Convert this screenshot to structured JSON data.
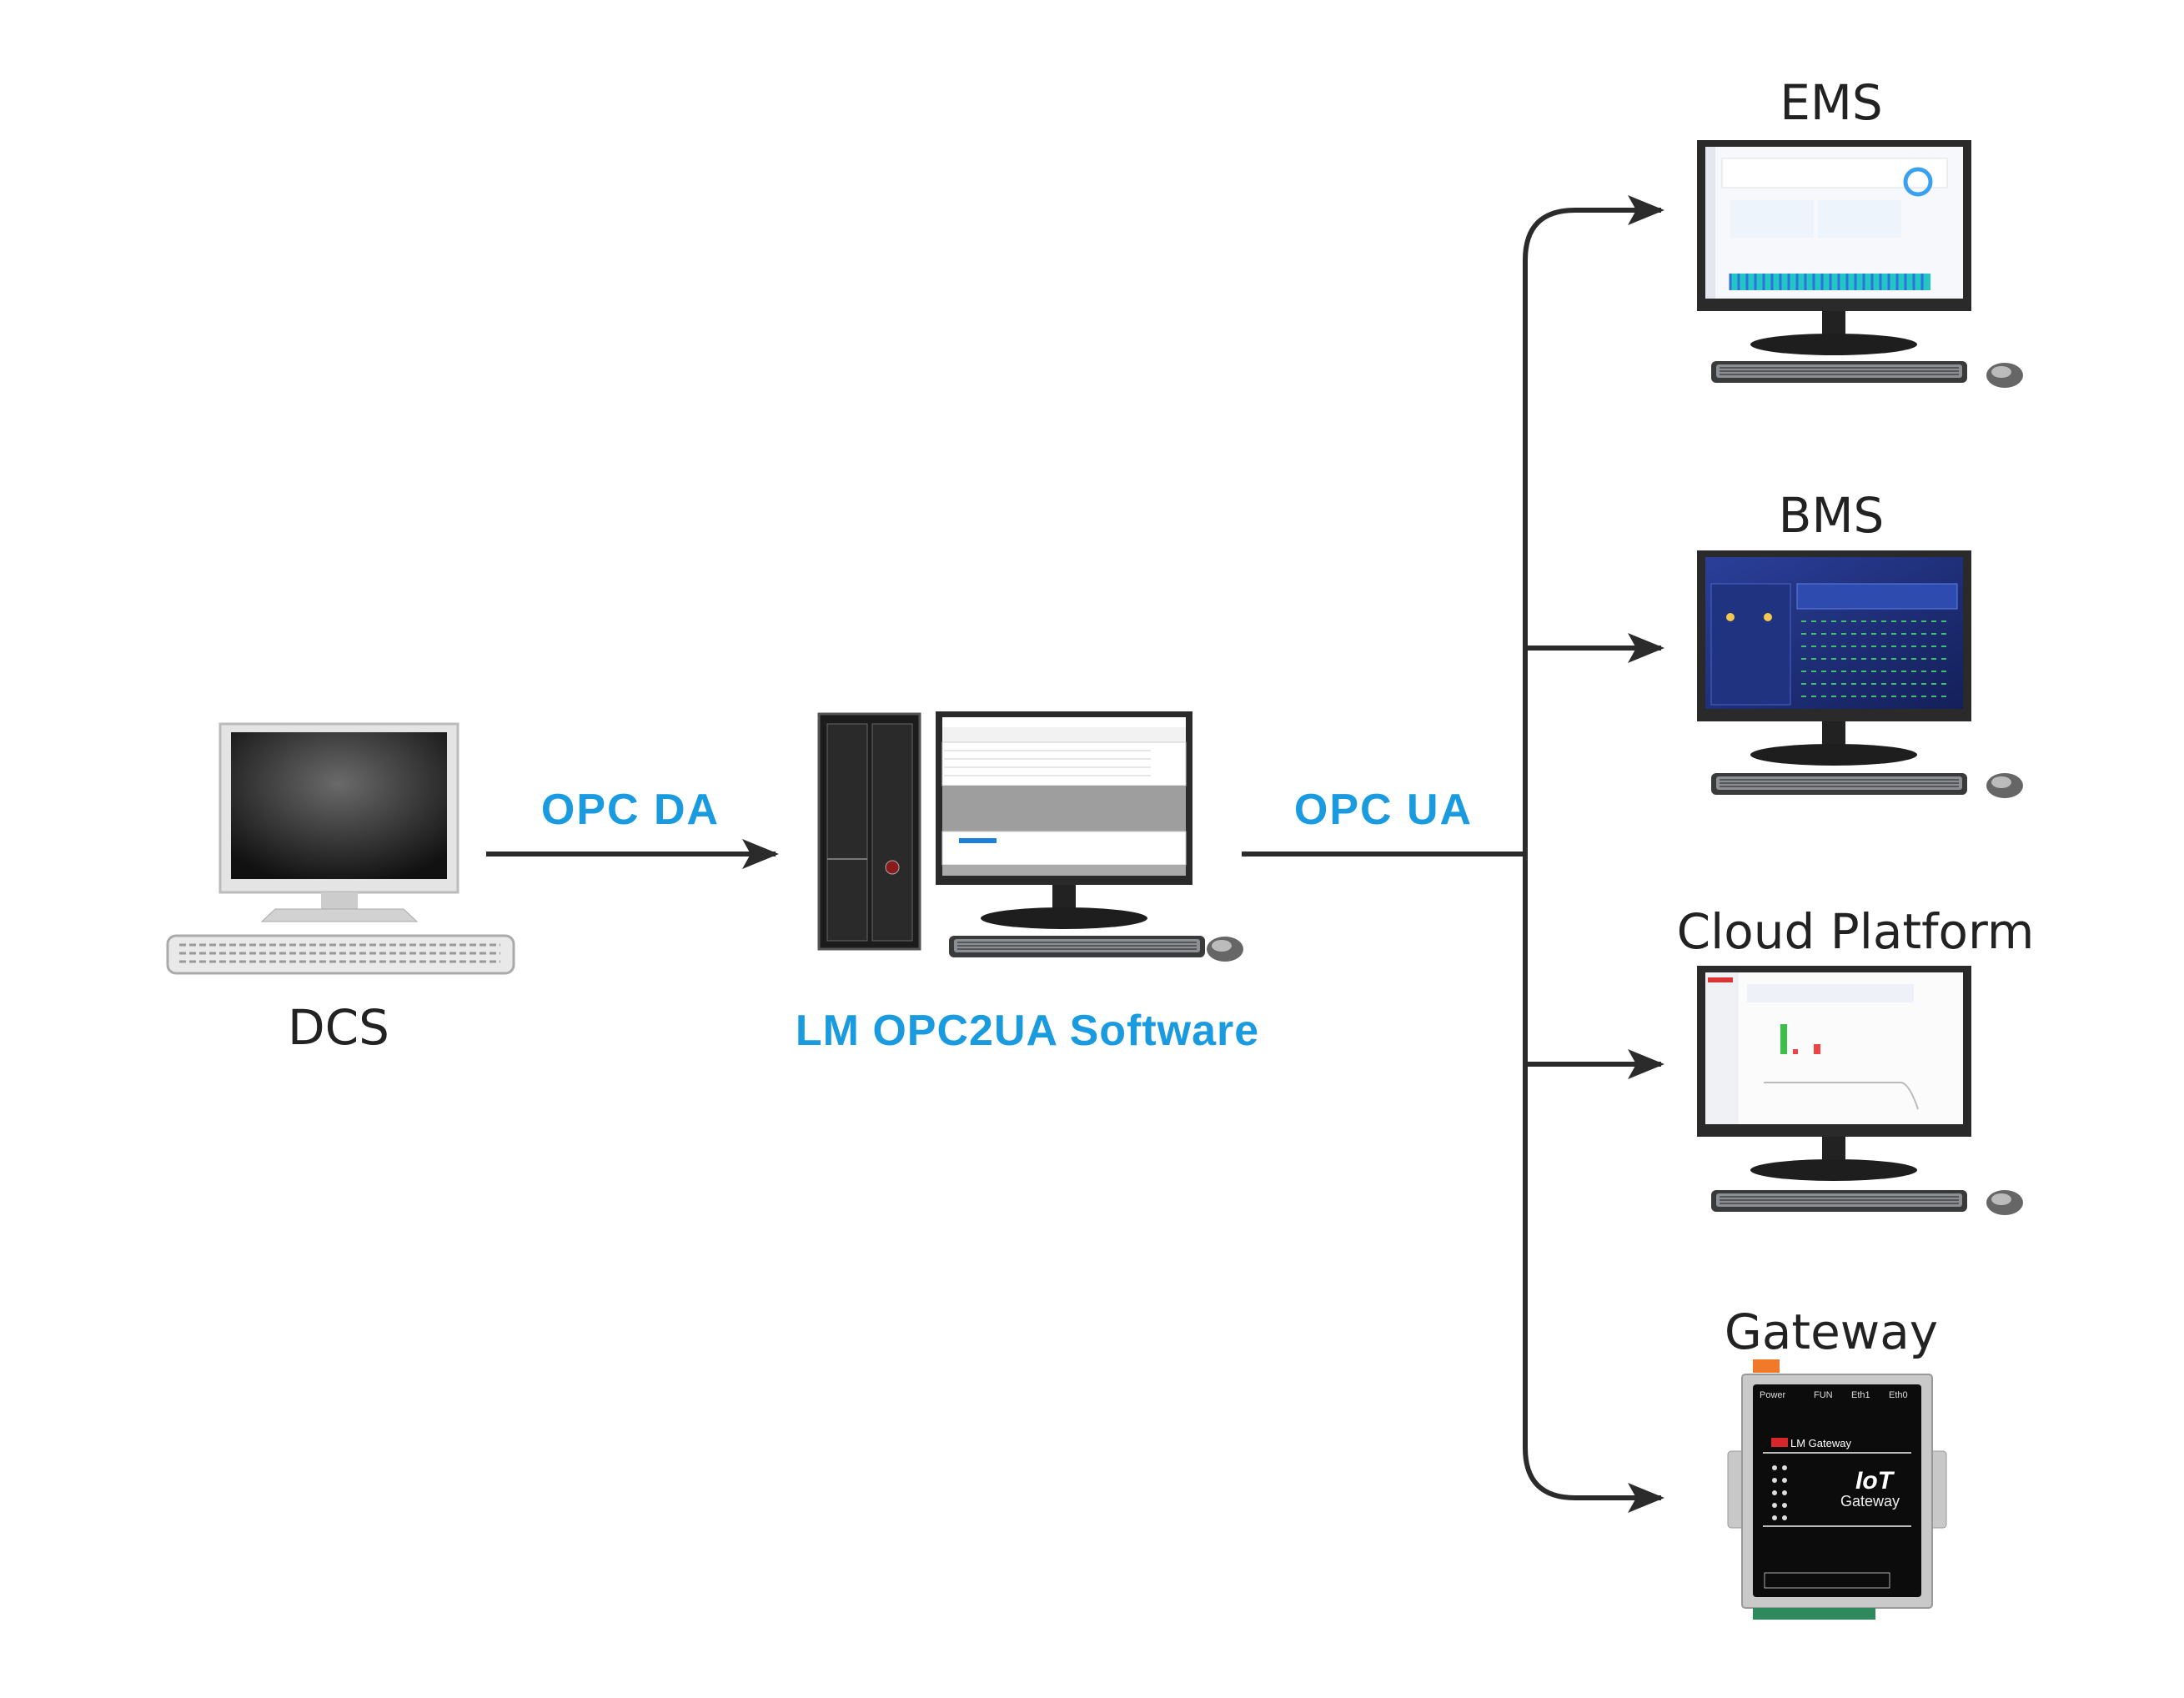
{
  "source": {
    "label": "DCS"
  },
  "software": {
    "label": "LM OPC2UA Software"
  },
  "protocols": {
    "input": "OPC DA",
    "output": "OPC UA"
  },
  "targets": [
    {
      "label": "EMS"
    },
    {
      "label": "BMS"
    },
    {
      "label": "Cloud Platform"
    },
    {
      "label": "Gateway"
    }
  ],
  "gateway_device": {
    "brand": "LM Gateway",
    "title": "IoT",
    "subtitle": "Gateway",
    "leds": [
      "FUN",
      "Eth1",
      "Eth0"
    ],
    "power": "Power"
  },
  "colors": {
    "accent": "#1a9be0",
    "line": "#2b2b2b"
  }
}
